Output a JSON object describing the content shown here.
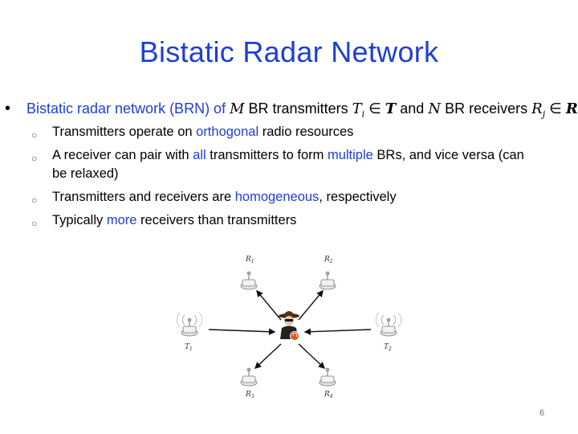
{
  "slide": {
    "title": "Bistatic Radar Network",
    "bullet": {
      "prefix": "Bistatic radar network (BRN) of",
      "M": "M",
      "mid1": "BR transmitters",
      "Ti": "T",
      "i_sub": "i",
      "in1": "∈",
      "setT": "T",
      "and": "and",
      "N": "N",
      "mid2": "BR receivers",
      "Rj": "R",
      "j_sub": "j",
      "in2": "∈",
      "setR": "R"
    },
    "subs": [
      {
        "a": "Transmitters operate on ",
        "hl": "orthogonal",
        "b": " radio resources"
      },
      {
        "a": "A receiver can pair with ",
        "hl": "all",
        "b": " transmitters to form ",
        "hl2": "multiple",
        "c": " BRs, and vice versa (can",
        "line2": "be relaxed)"
      },
      {
        "a": "Transmitters and receivers are ",
        "hl": "homogeneous",
        "b": ", respectively"
      },
      {
        "a": "Typically ",
        "hl": "more",
        "b": " receivers than transmitters"
      }
    ],
    "page_number": "6"
  },
  "diagram": {
    "labels": {
      "r1": "R",
      "r1_sub": "1",
      "r2": "R",
      "r2_sub": "2",
      "r3": "R",
      "r3_sub": "3",
      "r4": "R",
      "r4_sub": "4",
      "t1": "T",
      "t1_sub": "1",
      "t2": "T",
      "t2_sub": "2"
    },
    "colors": {
      "title": "#1f3fd1",
      "highlight": "#1f3fd1",
      "target_badge": "#e2531c"
    }
  }
}
